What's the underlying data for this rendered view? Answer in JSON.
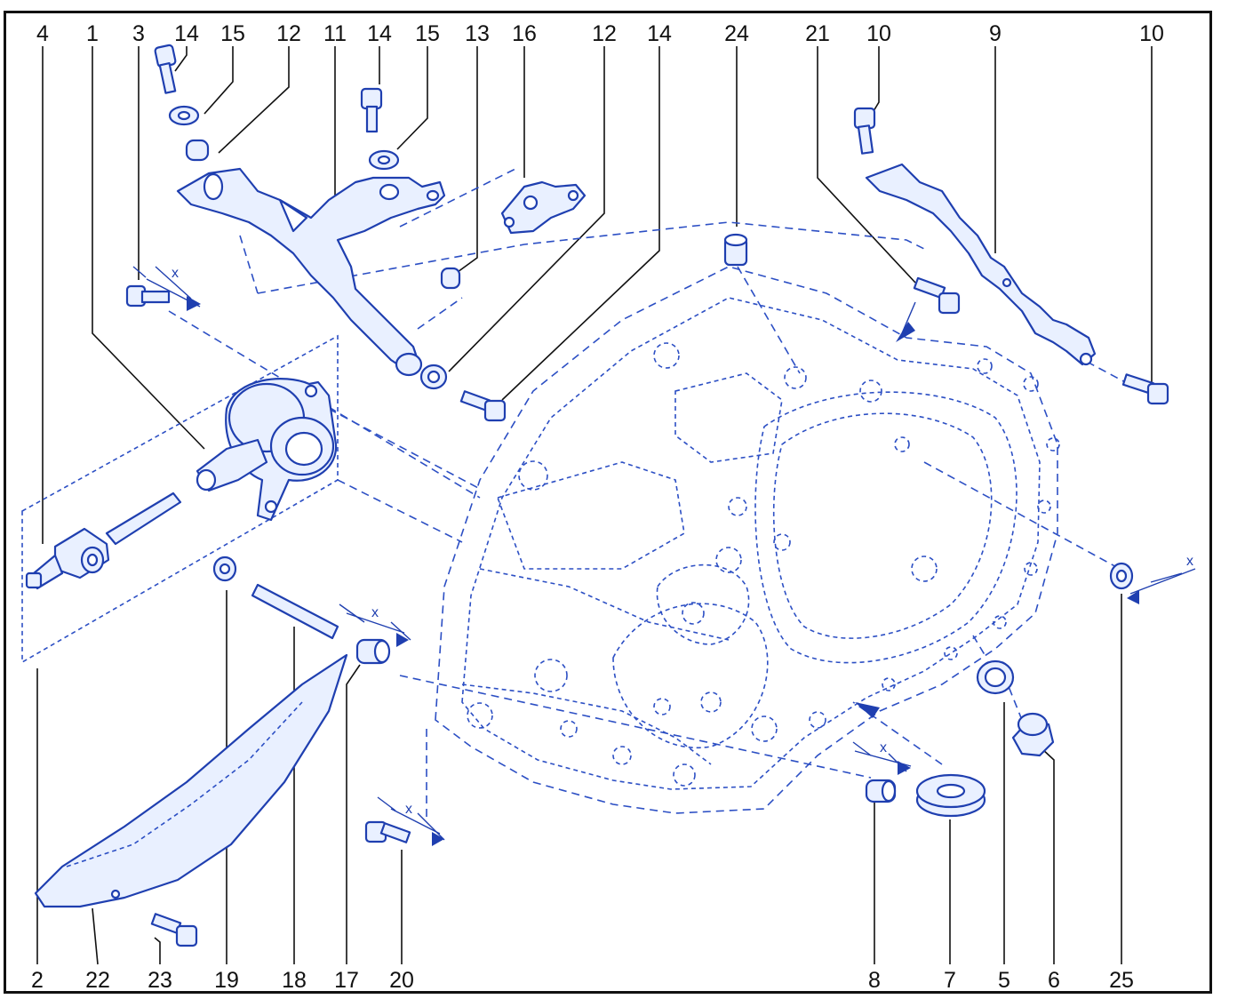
{
  "figure": {
    "dimension_mark": "x",
    "top_callouts": [
      {
        "id": "top-4",
        "label": "4"
      },
      {
        "id": "top-1",
        "label": "1"
      },
      {
        "id": "top-3",
        "label": "3"
      },
      {
        "id": "top-14a",
        "label": "14"
      },
      {
        "id": "top-15a",
        "label": "15"
      },
      {
        "id": "top-12a",
        "label": "12"
      },
      {
        "id": "top-11",
        "label": "11"
      },
      {
        "id": "top-14b",
        "label": "14"
      },
      {
        "id": "top-15b",
        "label": "15"
      },
      {
        "id": "top-13",
        "label": "13"
      },
      {
        "id": "top-16",
        "label": "16"
      },
      {
        "id": "top-12b",
        "label": "12"
      },
      {
        "id": "top-14c",
        "label": "14"
      },
      {
        "id": "top-24",
        "label": "24"
      },
      {
        "id": "top-21",
        "label": "21"
      },
      {
        "id": "top-10a",
        "label": "10"
      },
      {
        "id": "top-9",
        "label": "9"
      },
      {
        "id": "top-10b",
        "label": "10"
      }
    ],
    "bottom_callouts": [
      {
        "id": "bot-2",
        "label": "2"
      },
      {
        "id": "bot-22",
        "label": "22"
      },
      {
        "id": "bot-23",
        "label": "23"
      },
      {
        "id": "bot-19",
        "label": "19"
      },
      {
        "id": "bot-18",
        "label": "18"
      },
      {
        "id": "bot-17",
        "label": "17"
      },
      {
        "id": "bot-20",
        "label": "20"
      },
      {
        "id": "bot-8",
        "label": "8"
      },
      {
        "id": "bot-7",
        "label": "7"
      },
      {
        "id": "bot-5",
        "label": "5"
      },
      {
        "id": "bot-6",
        "label": "6"
      },
      {
        "id": "bot-25",
        "label": "25"
      }
    ]
  }
}
